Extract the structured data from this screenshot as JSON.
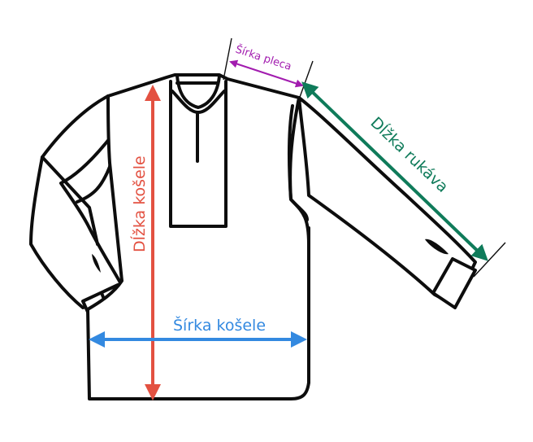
{
  "diagram": {
    "subject": "shirt-measurement-guide",
    "measurements": [
      {
        "key": "shoulder_width",
        "label": "Šírka pleca",
        "color": "#a21caf"
      },
      {
        "key": "sleeve_length",
        "label": "Dĺžka rukáva",
        "color": "#0f7b5a"
      },
      {
        "key": "shirt_length",
        "label": "Dĺžka košele",
        "color": "#e35141"
      },
      {
        "key": "shirt_width",
        "label": "Šírka košele",
        "color": "#3389e0"
      }
    ]
  }
}
